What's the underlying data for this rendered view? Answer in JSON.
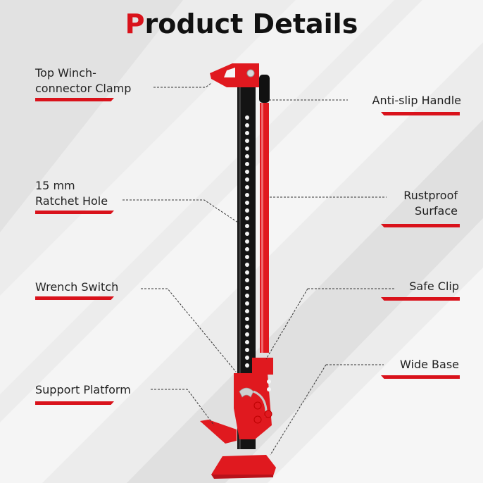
{
  "title": {
    "accent_letter": "P",
    "rest": "roduct Details"
  },
  "colors": {
    "accent": "#d9121b",
    "text": "#222222",
    "background": "#ececec",
    "jack_red": "#e0191f",
    "jack_black": "#151515"
  },
  "callouts_left": [
    {
      "id": "top-winch-connector-clamp",
      "line1": "Top Winch-",
      "line2": "connector Clamp"
    },
    {
      "id": "ratchet-hole",
      "line1": "15 mm",
      "line2": "Ratchet Hole"
    },
    {
      "id": "wrench-switch",
      "line1": "Wrench Switch"
    },
    {
      "id": "support-platform",
      "line1": "Support Platform"
    }
  ],
  "callouts_right": [
    {
      "id": "anti-slip-handle",
      "line1": "Anti-slip Handle"
    },
    {
      "id": "rustproof-surface",
      "line1": "Rustproof",
      "line2": "Surface"
    },
    {
      "id": "safe-clip",
      "line1": "Safe Clip"
    },
    {
      "id": "wide-base",
      "line1": "Wide Base"
    }
  ],
  "product": {
    "name": "high-lift farm jack"
  }
}
